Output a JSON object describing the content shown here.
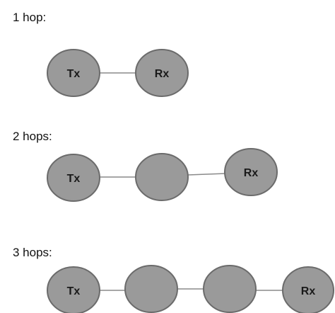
{
  "colors": {
    "node_fill": "#9a9a9a",
    "node_stroke": "#6b6b6b",
    "link": "#8a8a8a",
    "text": "#111111"
  },
  "rows": [
    {
      "title": "1 hop:",
      "nodes": [
        {
          "label": "Tx"
        },
        {
          "label": "Rx"
        }
      ]
    },
    {
      "title": "2 hops:",
      "nodes": [
        {
          "label": "Tx"
        },
        {
          "label": ""
        },
        {
          "label": "Rx"
        }
      ]
    },
    {
      "title": "3 hops:",
      "nodes": [
        {
          "label": "Tx"
        },
        {
          "label": ""
        },
        {
          "label": ""
        },
        {
          "label": "Rx"
        }
      ]
    }
  ]
}
